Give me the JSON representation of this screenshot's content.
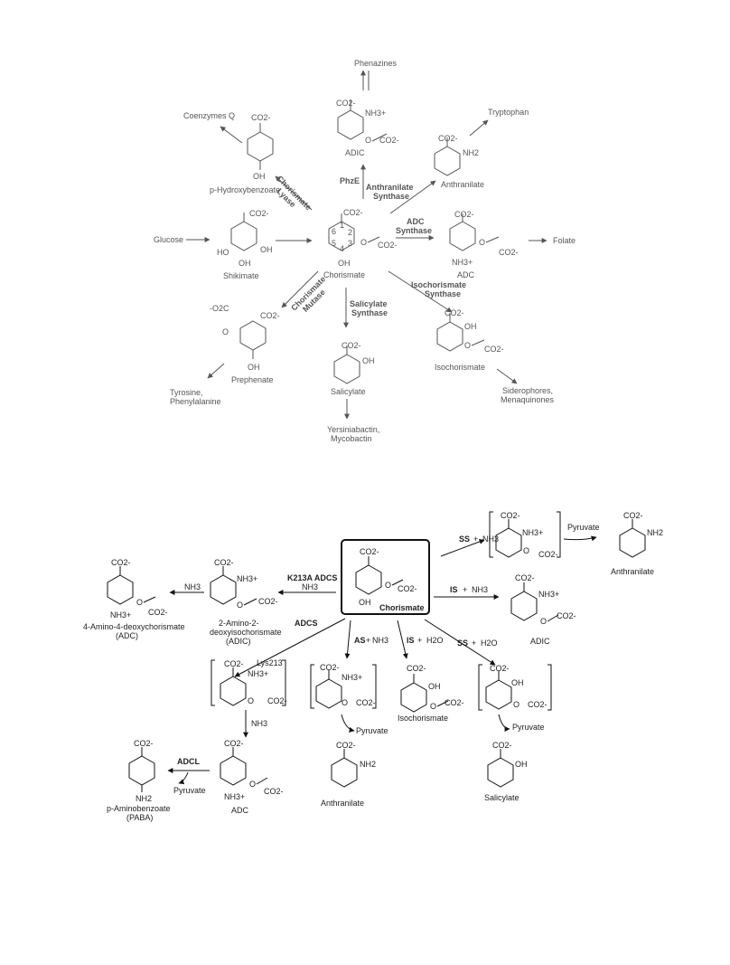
{
  "top_panel": {
    "compounds": {
      "phenazines": "Phenazines",
      "adic": "ADIC",
      "coenzymes_q": "Coenzymes Q",
      "tryptophan": "Tryptophan",
      "p_hydroxybenzoate": "p-Hydroxybenzoate",
      "anthranilate": "Anthranilate",
      "glucose": "Glucose",
      "shikimate": "Shikimate",
      "chorismate": "Chorismate",
      "adc": "ADC",
      "folate": "Folate",
      "prephenate": "Prephenate",
      "isochorismate": "Isochorismate",
      "salicylate": "Salicylate",
      "tyrosine_phenylalanine_1": "Tyrosine,",
      "tyrosine_phenylalanine_2": "Phenylalanine",
      "siderophores_1": "Siderophores,",
      "siderophores_2": "Menaquinones",
      "yersiniabactin_1": "Yersiniabactin,",
      "yersiniabactin_2": "Mycobactin"
    },
    "enzymes": {
      "phze": "PhzE",
      "chorismate_lyase_1": "Chorismate",
      "chorismate_lyase_2": "Lyase",
      "anthranilate_synthase_1": "Anthranilate",
      "anthranilate_synthase_2": "Synthase",
      "adc_synthase_1": "ADC",
      "adc_synthase_2": "Synthase",
      "isochorismate_synthase_1": "Isochorismate",
      "isochorismate_synthase_2": "Synthase",
      "salicylate_synthase_1": "Salicylate",
      "salicylate_synthase_2": "Synthase",
      "chorismate_mutase_1": "Chorismate",
      "chorismate_mutase_2": "Mutase"
    },
    "atoms": {
      "co2": "CO2-",
      "co2_left": "-O2C",
      "nh3": "NH3+",
      "nh2": "NH2",
      "oh": "OH",
      "ho": "HO",
      "o": "O",
      "n1": "1",
      "n2": "2",
      "n3": "3",
      "n4": "4",
      "n5": "5",
      "n6": "6"
    }
  },
  "bottom_panel": {
    "center_label": "Chorismate",
    "compounds": {
      "adc_long": "4-Amino-4-deoxychorismate",
      "adc_paren": "(ADC)",
      "adic_long_1": "2-Amino-2-",
      "adic_long_2": "deoxyisochorismate",
      "adic_paren": "(ADIC)",
      "adic": "ADIC",
      "anthranilate_top": "Anthranilate",
      "isochorismate": "Isochorismate",
      "paba_1": "p-Aminobenzoate",
      "paba_2": "(PABA)",
      "adc": "ADC",
      "anthranilate": "Anthranilate",
      "salicylate": "Salicylate"
    },
    "labels": {
      "k213a": "K213A ADCS",
      "nh3": "NH3",
      "ss": "SS",
      "is": "IS",
      "as": "AS",
      "plus": "+",
      "h2o": "H2O",
      "adcs": "ADCS",
      "adcl": "ADCL",
      "pyruvate": "Pyruvate",
      "lys": "Lys213"
    }
  }
}
